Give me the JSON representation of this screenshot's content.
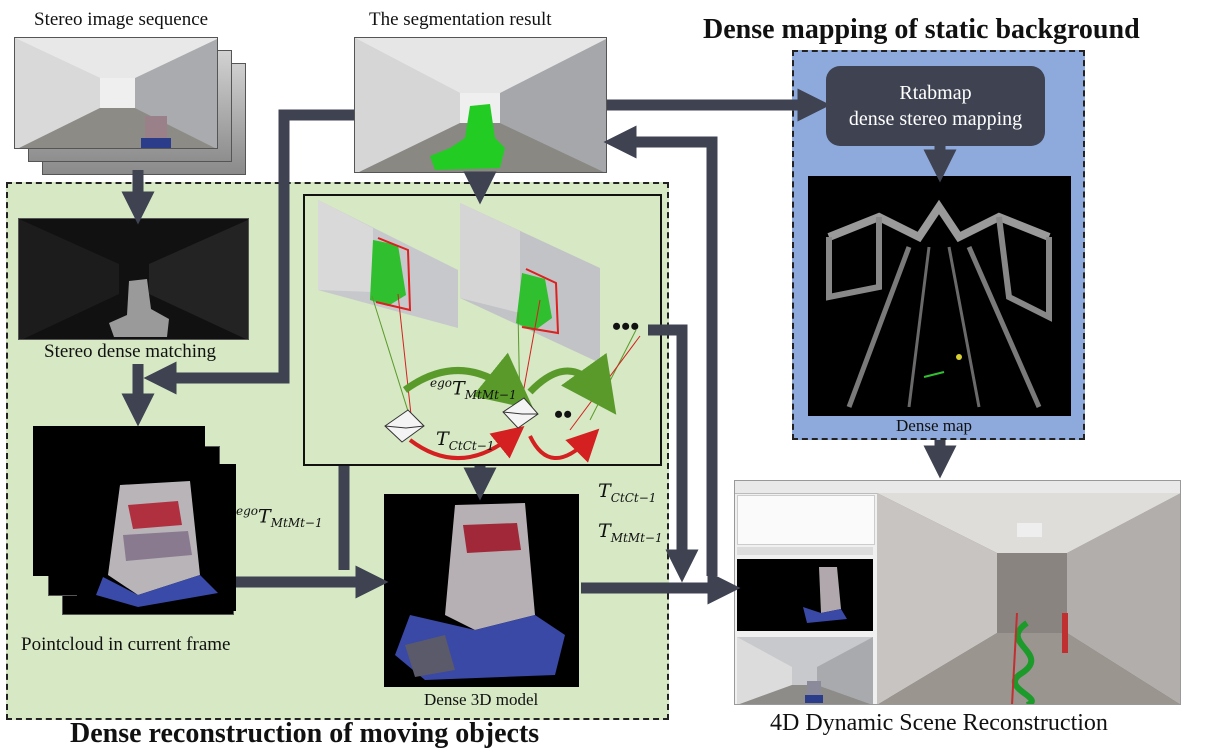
{
  "labels": {
    "stereo_seq": "Stereo image sequence",
    "seg_result": "The segmentation result",
    "dense_bg_title": "Dense mapping of static background",
    "rtabmap_line1": "Rtabmap",
    "rtabmap_line2": "dense stereo mapping",
    "stereo_match": "Stereo dense matching",
    "pointcloud": "Pointcloud in current frame",
    "dense_model": "Dense 3D model",
    "dense_map": "Dense map",
    "scene_4d": "4D Dynamic Scene Reconstruction",
    "moving_title": "Dense reconstruction of moving objects",
    "dots": "•••",
    "dots2": "••"
  },
  "math": {
    "ego_sup": "ego",
    "T": "T",
    "MtMt1": "MtMt−1",
    "CtCt1": "CtCt−1"
  },
  "colors": {
    "arrow": "#3f4251",
    "green_panel": "#d6e8c4",
    "blue_panel": "#8eaadc",
    "green_arrow": "#5a9a2a",
    "red_arrow": "#d42020",
    "segment": "#22cc22"
  }
}
